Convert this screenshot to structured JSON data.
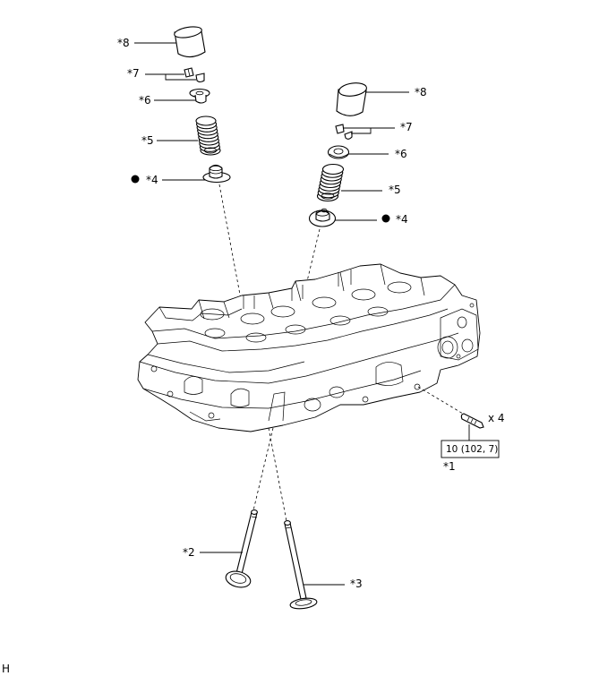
{
  "labels": {
    "left_retainer": "*8",
    "left_keepers": "*7",
    "left_upper_seat": "*6",
    "left_spring": "*5",
    "left_seal": "*4",
    "right_retainer": "*8",
    "right_keepers": "*7",
    "right_upper_seat": "*6",
    "right_spring": "*5",
    "right_seal": "*4",
    "intake_valve": "*2",
    "exhaust_valve": "*3",
    "stud_bolt": "*1",
    "stud_quantity": "x 4",
    "torque_spec": "10 (102, 7)",
    "corner_mark": "H"
  },
  "colors": {
    "line": "#000000",
    "background": "#ffffff"
  },
  "icons": {
    "replace_part_marker": "filled-circle"
  }
}
